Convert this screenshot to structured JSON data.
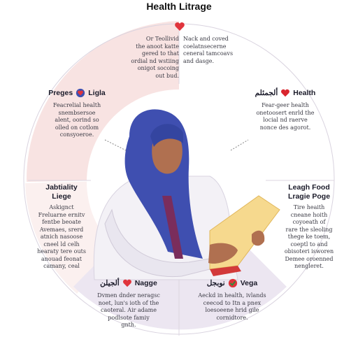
{
  "title": "Health Litrage",
  "colors": {
    "heart": "#e0343c",
    "hijab": "#3f4fb0",
    "coat": "#f3f1f6",
    "folder": "#f7d98c",
    "leftSector": "#f7dcdc",
    "bottomSector": "#ece6f2"
  },
  "panels": {
    "top": {
      "left_text": "Or Teollivid\nthe anoot katte\ngered to that\nordial nd wstiing\nonigot socoing\nout bud.",
      "right_text": "Nack and coved\ncoelatnsecerne\nceneral tamcoavs\nand dasge."
    },
    "upper_left": {
      "heading": "Preges",
      "heading2": "Ligla",
      "text": "Feacrelial health\nsnembsersoe\nalent, oorind so\nolled on cotlom\nconsyoeroe."
    },
    "upper_right": {
      "heading": "ألجمئلم",
      "heading2": "Health",
      "text": "Fear-geer health\nonetoosert enrld the\nlocial nd raerve\nnonce des agorot."
    },
    "mid_left": {
      "heading": "Jabtiality",
      "heading2": "Liege",
      "text": "Askignct\nFreluarne ernitv\nfentbe beoate\nAvemaes, srerd\natnich nasoose\ncneel ld celh\nhearaty tere outs\nanouad feonat\ncamany, ceal"
    },
    "mid_right": {
      "heading": "Leagh Food",
      "heading2": "Lragie Poge",
      "text": "Tire heaith\ncneane hoith\ncoyoeath of\nrare the sleoling\nthege ke toem,\ncoeptl to and\nobisoteri isworen\nDemee oroenned\nnengleret."
    },
    "bottom_left": {
      "heading": "ألجيلن",
      "heading2": "Nagge",
      "text": "Dvmen dnder neragsc\nnoet, lun's ioth of the\ncaoteral. Air adame\npodlsote famiy\ngnth."
    },
    "bottom_right": {
      "heading": "نوبجل",
      "heading2": "Vega",
      "text": "Aeckd in health, ivlands\nceecod to Itn a pnex\nloesoeene hrid gile\ncornidtore."
    }
  },
  "icons": [
    "heart-icon",
    "heart-icon",
    "heart-icon",
    "heart-icon",
    "heart-icon",
    "heart-icon"
  ]
}
